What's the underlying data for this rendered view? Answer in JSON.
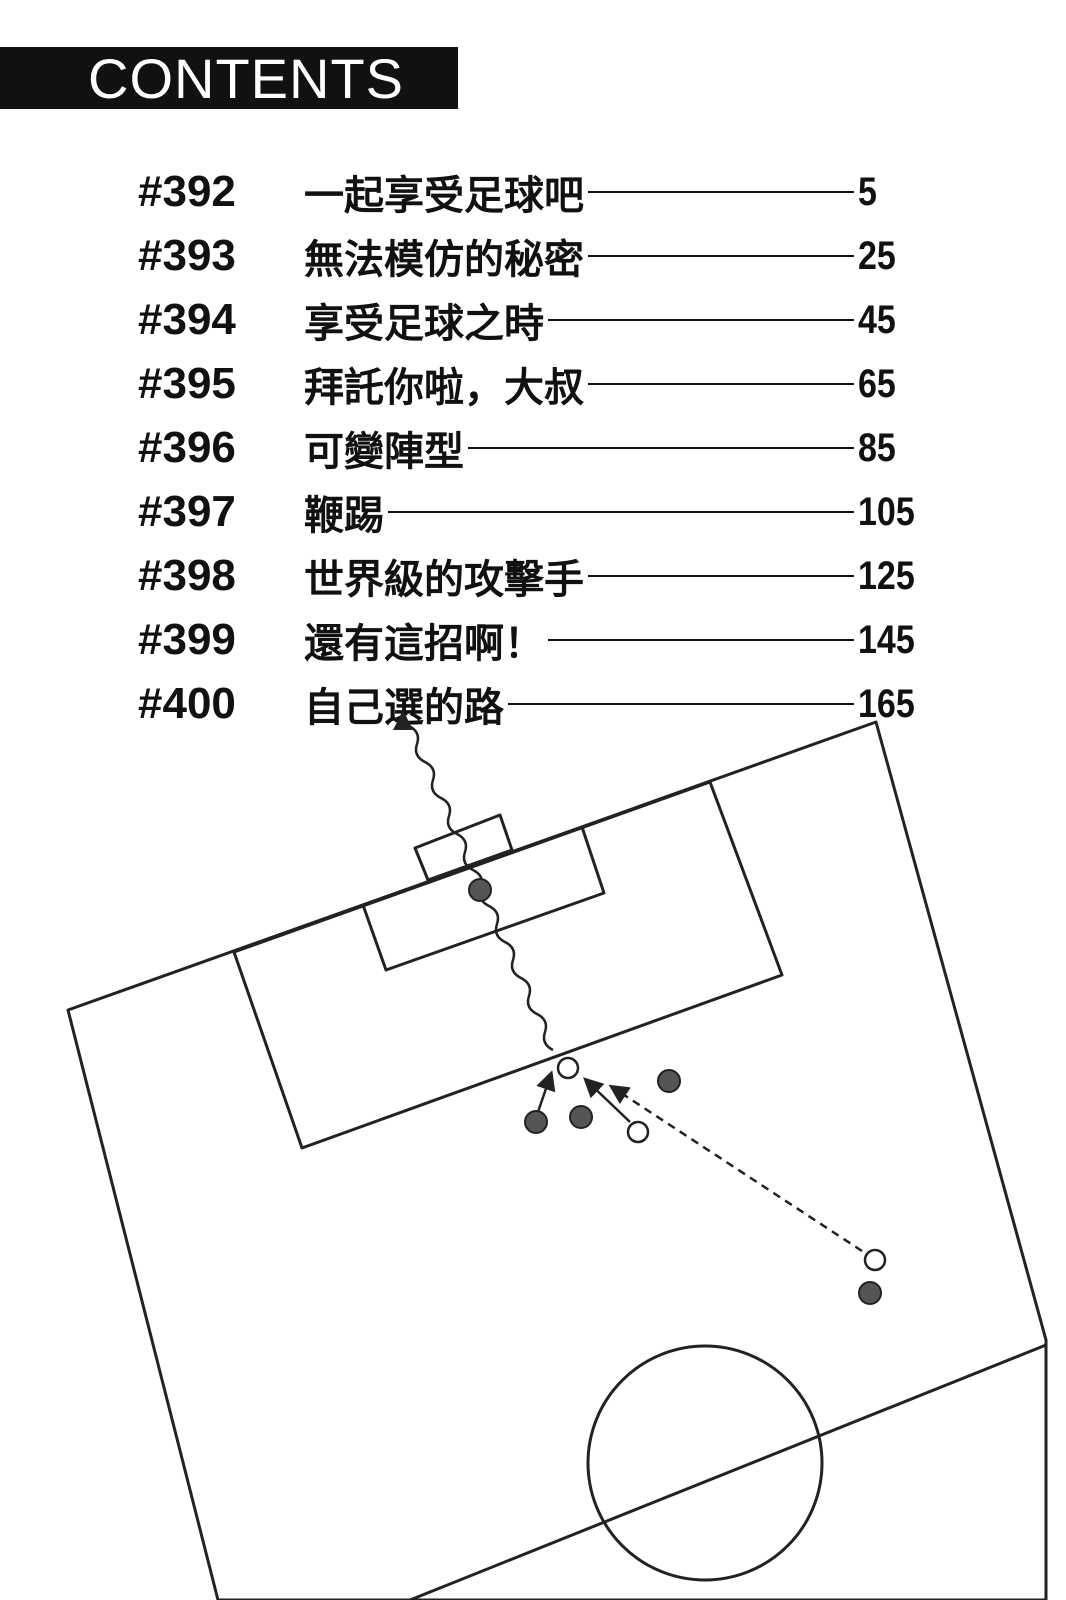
{
  "header": {
    "title": "CONTENTS"
  },
  "toc": [
    {
      "num": "#392",
      "title": "一起享受足球吧",
      "page": "5"
    },
    {
      "num": "#393",
      "title": "無法模仿的秘密",
      "page": "25"
    },
    {
      "num": "#394",
      "title": "享受足球之時",
      "page": "45"
    },
    {
      "num": "#395",
      "title": "拜託你啦，大叔",
      "page": "65"
    },
    {
      "num": "#396",
      "title": "可變陣型",
      "page": "85"
    },
    {
      "num": "#397",
      "title": "鞭踢",
      "page": "105"
    },
    {
      "num": "#398",
      "title": "世界級的攻擊手",
      "page": "125"
    },
    {
      "num": "#399",
      "title": "還有這招啊！",
      "page": "145"
    },
    {
      "num": "#400",
      "title": "自己選的路",
      "page": "165"
    }
  ],
  "diagram": {
    "line_color": "#222222",
    "player_fill": "#555555",
    "ball_fill": "#ffffff"
  }
}
